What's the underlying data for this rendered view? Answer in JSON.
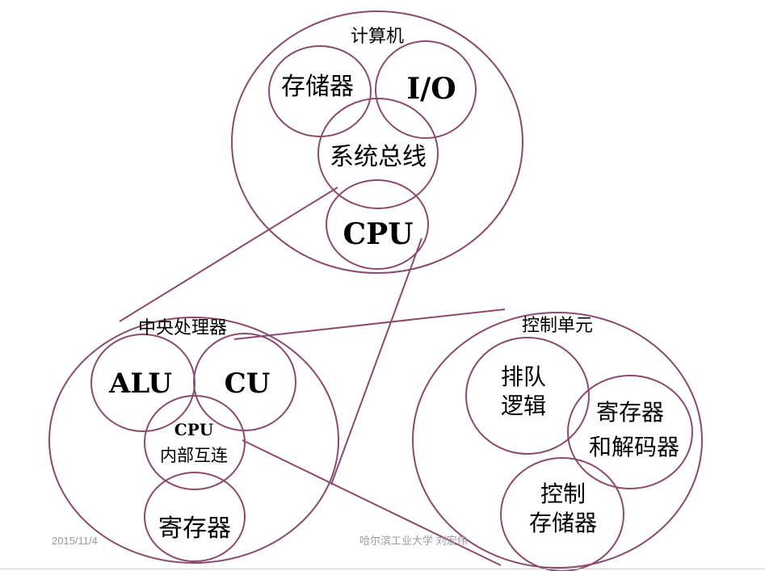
{
  "computer": {
    "title": "计算机",
    "memory": "存储器",
    "io": "I/O",
    "system_bus": "系统总线",
    "cpu": "CPU"
  },
  "cpu_detail": {
    "title": "中央处理器",
    "alu": "ALU",
    "cu": "CU",
    "interconnect_line1": "CPU",
    "interconnect_line2": "内部互连",
    "registers": "寄存器"
  },
  "control_unit": {
    "title": "控制单元",
    "sequencing_line1": "排队",
    "sequencing_line2": "逻辑",
    "decoder_line1": "寄存器",
    "decoder_line2": "和解码器",
    "control_memory_line1": "控制",
    "control_memory_line2": "存储器"
  },
  "footer": {
    "date": "2015/11/4",
    "author": "哈尔滨工业大学 刘宏伟"
  },
  "colors": {
    "stroke": "#8a4a6e",
    "footer_text": "#9a9a9a"
  }
}
